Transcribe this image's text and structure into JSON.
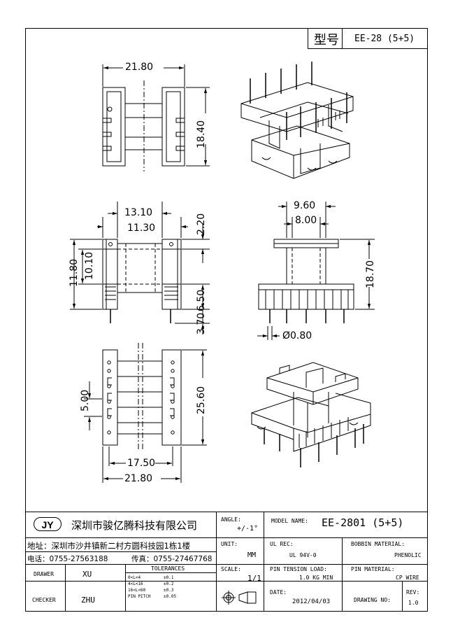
{
  "header": {
    "model_label": "型号",
    "model_value": "EE-28 (5+5)"
  },
  "dimensions": {
    "top_width": "21.80",
    "top_height": "18.40",
    "side_width_outer": "13.10",
    "side_width_inner": "11.30",
    "side_top": "2.20",
    "side_height_outer": "11.80",
    "side_height_inner": "10.10",
    "side_pin_space": "6.50",
    "side_pin_len": "3.70",
    "front_width_outer": "9.60",
    "front_width_inner": "8.00",
    "front_height": "18.70",
    "pin_dia": "Ø0.80",
    "bottom_pitch": "5.00",
    "bottom_height": "25.60",
    "bottom_width_inner": "17.50",
    "bottom_width_outer": "21.80"
  },
  "title_block": {
    "logo": "JY",
    "company": "深圳市骏亿腾科技有限公司",
    "address": "地址：深圳市沙井镇新二村方圆科技园1栋1楼",
    "phone": "电话：0755-27563188",
    "fax": "传真：0755-27467768",
    "angle_label": "ANGLE:",
    "angle_value": "+/-1°",
    "model_name_label": "MODEL NAME:",
    "model_name_value": "EE-2801 (5+5)",
    "unit_label": "UNIT:",
    "unit_value": "MM",
    "ul_rec_label": "UL REC:",
    "ul_rec_value": "UL 94V-0",
    "bobbin_material_label": "BOBBIN MATERIAL:",
    "bobbin_material_value": "PHENOLIC",
    "drawer_label": "DRAWER",
    "drawer_value": "XU",
    "tolerances_label": "TOLERANCES",
    "tolerances": [
      {
        "range": "0<L<4",
        "value": "±0.1"
      },
      {
        "range": "4<L<16",
        "value": "±0.2"
      },
      {
        "range": "16<L<60",
        "value": "±0.3"
      },
      {
        "range": "PIN PITCH",
        "value": "±0.05"
      }
    ],
    "scale_label": "SCALE:",
    "scale_value": "1/1",
    "pin_tension_label": "PIN TENSION LOAD:",
    "pin_tension_value": "1.0 KG MIN",
    "pin_material_label": "PIN MATERIAL:",
    "pin_material_value": "CP WIRE",
    "checker_label": "CHECKER",
    "checker_value": "ZHU",
    "date_label": "DATE:",
    "date_value": "2012/04/03",
    "drawing_no_label": "DRAWING NO:",
    "rev_label": "REV:",
    "rev_value": "1.0"
  }
}
